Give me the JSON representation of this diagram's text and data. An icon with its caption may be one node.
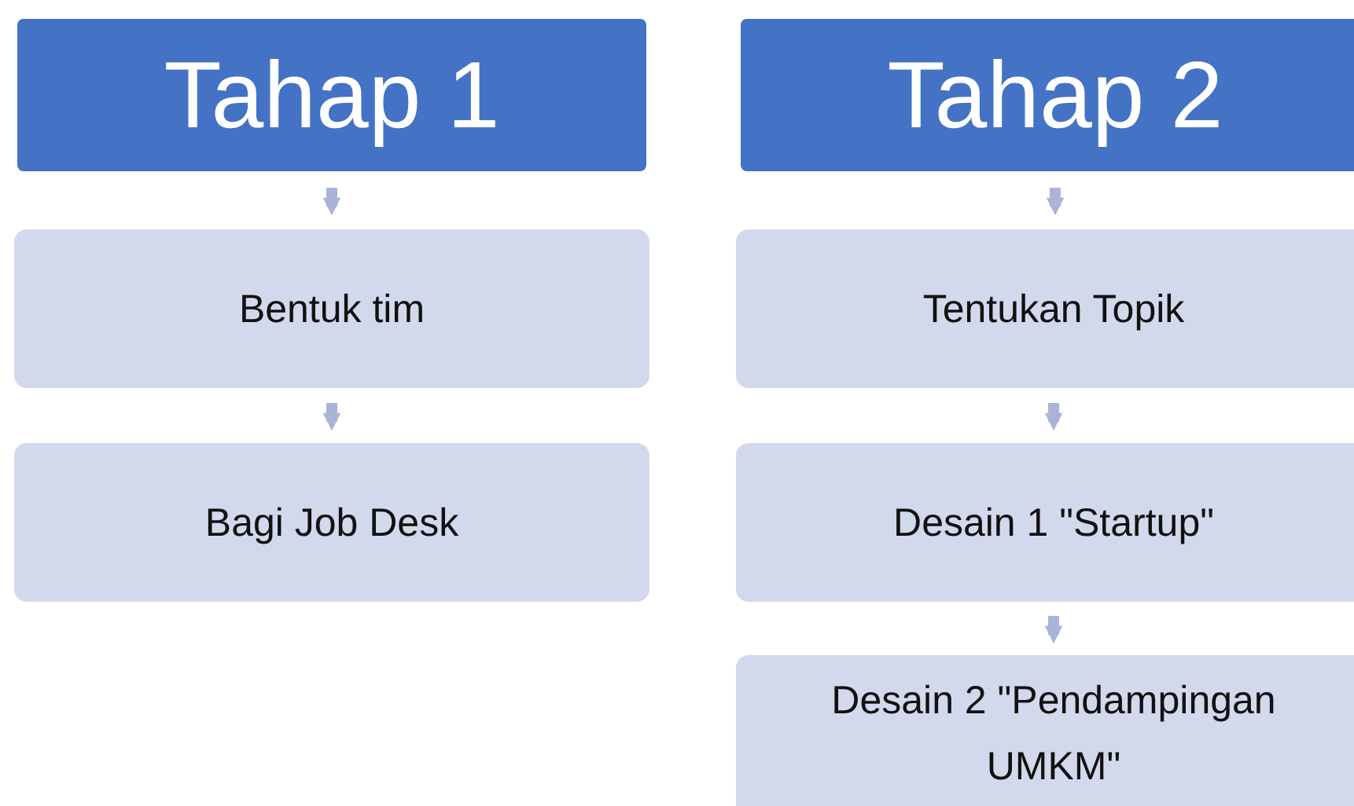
{
  "diagram": {
    "nodes": [
      {
        "text": [
          "Tahap 1"
        ]
      },
      {
        "text": [
          "Bentuk tim"
        ]
      },
      {
        "text": [
          "Bagi Job Desk"
        ]
      },
      {
        "text": [
          "Tahap 2"
        ]
      },
      {
        "text": [
          "Tentukan Topik"
        ]
      },
      {
        "text": [
          "Desain 1 \"Startup\""
        ]
      },
      {
        "text": [
          "Desain 2 \"Pendampingan UMKM\""
        ]
      }
    ],
    "edges": [
      {
        "from": 0,
        "to": 1,
        "arrow": "to"
      },
      {
        "from": 1,
        "to": 2,
        "arrow": "to"
      },
      {
        "from": 3,
        "to": 4,
        "arrow": "to"
      },
      {
        "from": 4,
        "to": 5,
        "arrow": "to"
      },
      {
        "from": 5,
        "to": 6,
        "arrow": "to"
      }
    ]
  }
}
